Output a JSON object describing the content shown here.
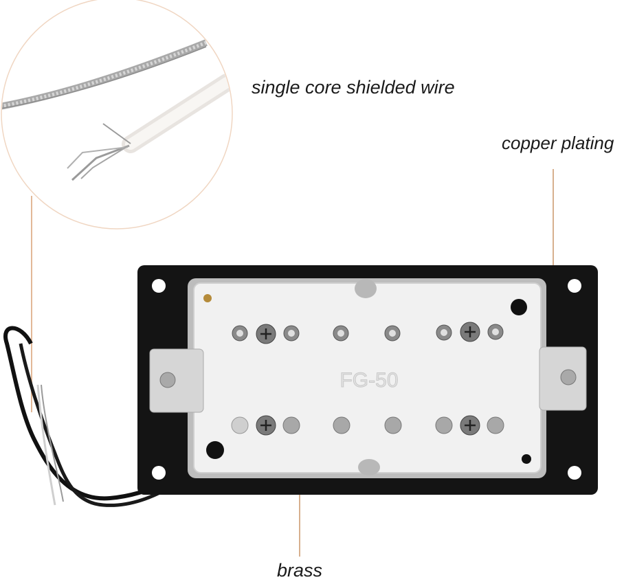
{
  "annotations": {
    "wire": "single core shielded wire",
    "copper": "copper plating",
    "brass": "brass"
  },
  "pickup": {
    "model_marking": "FG-50"
  }
}
